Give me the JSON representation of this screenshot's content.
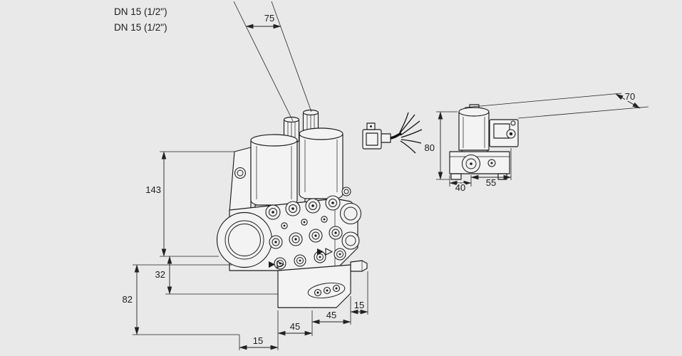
{
  "colors": {
    "background": "#e9e9e9",
    "line": "#1c1c1c"
  },
  "labels": {
    "dn_line1": "DN 15 (1/2\")",
    "dn_line2": "DN 15 (1/2\")"
  },
  "front_view": {
    "dim_top": "75",
    "dim_height": "143",
    "dim_axis_to_body_bottom": "32",
    "dim_axis_to_base_bottom": "82",
    "dim_bottom_offset_left": "15",
    "dim_bottom_span_left": "45",
    "dim_bottom_span_right": "45",
    "dim_bottom_offset_right": "15"
  },
  "side_view": {
    "dim_overall_width": "70",
    "dim_overall_height": "80",
    "dim_body_width_left": "40",
    "dim_body_width_right": "55"
  }
}
